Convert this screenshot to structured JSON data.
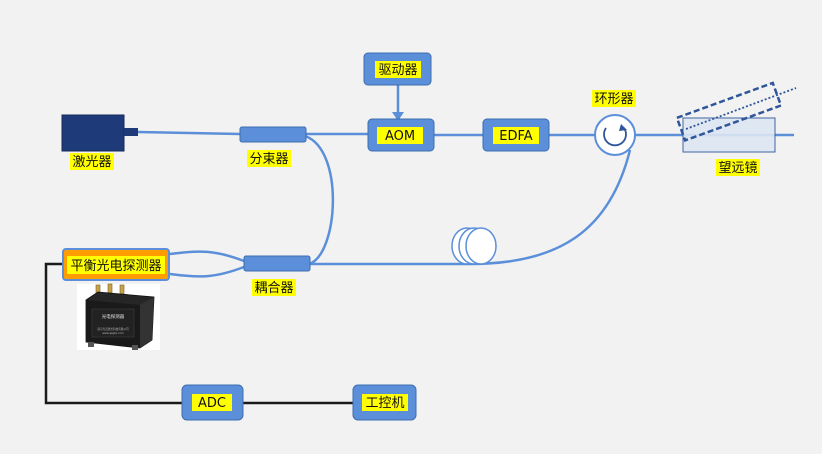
{
  "labels": {
    "laser": "激光器",
    "splitter": "分束器",
    "driver": "驱动器",
    "aom": "AOM",
    "edfa": "EDFA",
    "circulator": "环形器",
    "telescope": "望远镜",
    "coupler": "耦合器",
    "detector": "平衡光电探测器",
    "adc": "ADC",
    "ipc": "工控机",
    "product_label": "光电探测器",
    "product_company": "南京光迅激光科技有限公司",
    "product_url": "www.qzgbx.com"
  },
  "colors": {
    "background": "#f2f2f2",
    "fiber": "#5b8fd9",
    "box_fill": "#5b8fd9",
    "box_border": "#3d6db0",
    "highlight": "#ffff00",
    "laser_body": "#1e3a78",
    "detector_fill": "#ff9d00",
    "detector_border": "#5b8fd9",
    "cable": "#1a1a1a",
    "telescope": "#2f559a"
  },
  "icons": {
    "circulator": "circular-arrow-icon",
    "fiber_coil": "fiber-coil-icon",
    "telescope": "telescope-icon",
    "laser": "laser-source-icon",
    "detector_photo": "detector-photo"
  }
}
